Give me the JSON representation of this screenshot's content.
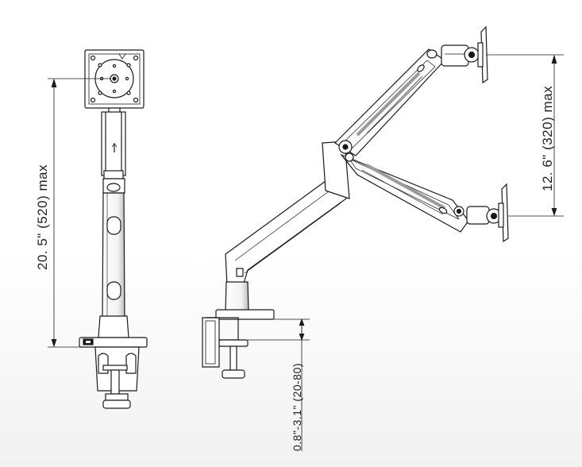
{
  "dimensions": {
    "total_height": "20. 5\" (520) max",
    "arm_range": "12. 6\" (320) max",
    "clamp_range": "0.8\"-3.1\" (20-80)"
  },
  "colors": {
    "line": "#1a1a1a",
    "fill": "#ffffff",
    "shade": "#8a8a8a",
    "dark": "#333333"
  }
}
